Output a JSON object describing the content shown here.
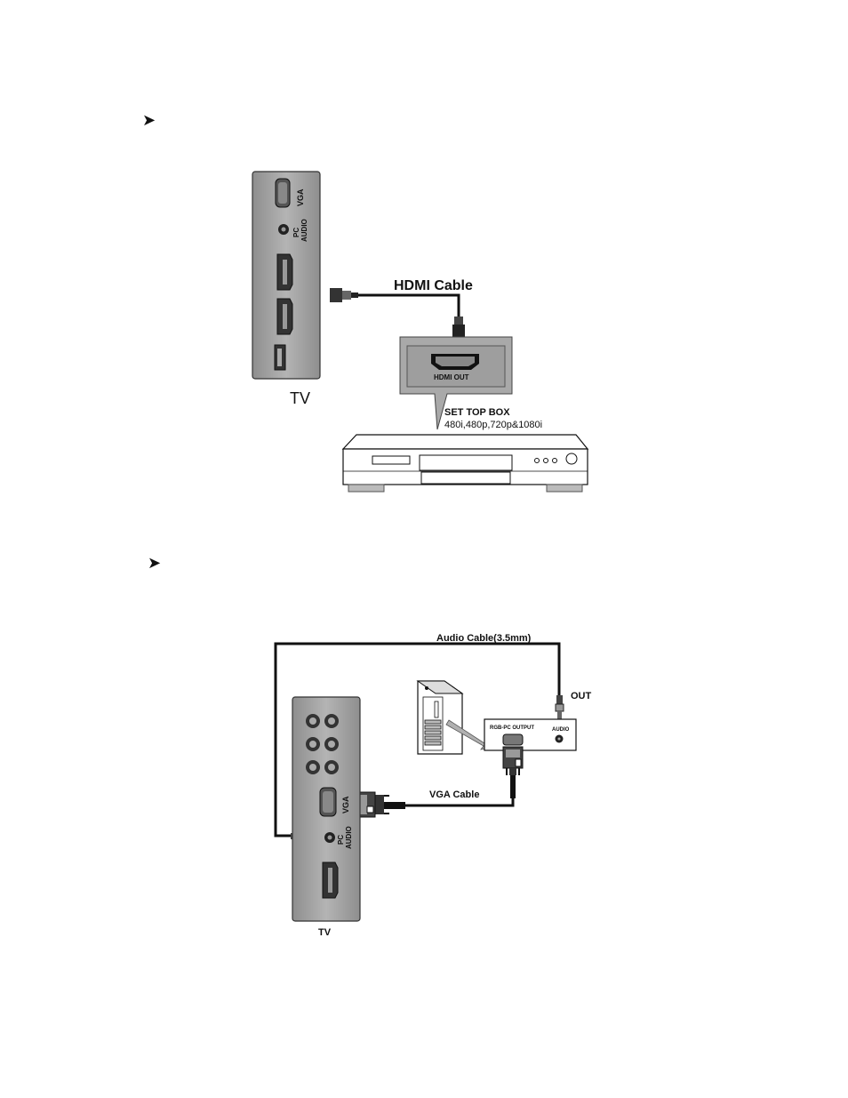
{
  "bullets": {
    "glyph": "➤",
    "first": "",
    "second": ""
  },
  "diagram_hdmi": {
    "tv_panel": {
      "port_labels": [
        "VGA",
        "PC",
        "AUDIO"
      ]
    },
    "tv_label": "TV",
    "cable_label": "HDMI Cable",
    "box_port_label": "HDMI OUT",
    "device_title": "SET TOP BOX",
    "device_formats": "480i,480p,720p&1080i"
  },
  "diagram_vga": {
    "audio_cable_label": "Audio Cable(3.5mm)",
    "out_label": "OUT",
    "pc_panel_left_label": "RGB-PC OUTPUT",
    "pc_panel_right_label": "AUDIO",
    "vga_cable_label": "VGA Cable",
    "tv_port_labels": [
      "VGA",
      "PC",
      "AUDIO"
    ],
    "tv_label": "TV"
  },
  "colors": {
    "panel_gray": "#a9a9a9",
    "panel_dark": "#555555",
    "line": "#111111",
    "background": "#ffffff"
  }
}
